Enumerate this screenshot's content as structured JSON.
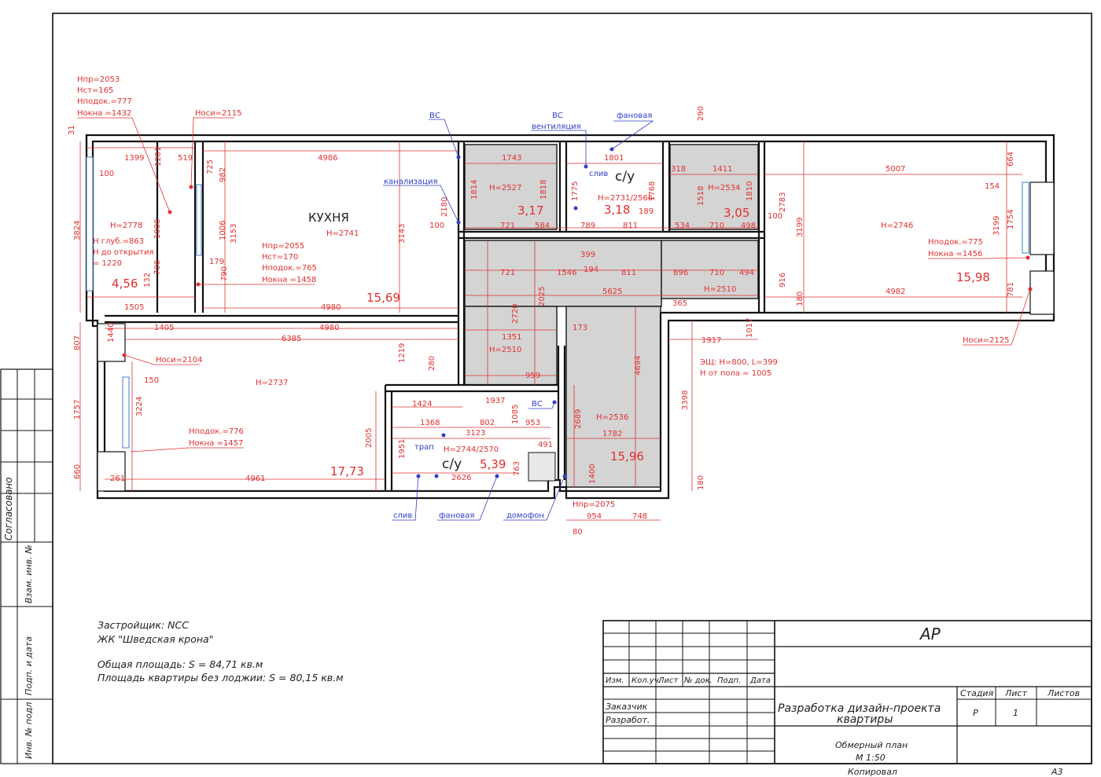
{
  "stamp": {
    "code": "АР",
    "columns": [
      "Изм.",
      "Кол.уч.",
      "Лист",
      "№ док.",
      "Подп.",
      "Дата"
    ],
    "customer_label": "Заказчик",
    "developer_label": "Разработ.",
    "project_line1": "Разработка дизайн-проекта",
    "project_line2": "квартиры",
    "stage_label": "Стадия",
    "sheet_label": "Лист",
    "sheets_label": "Листов",
    "stage_value": "Р",
    "sheet_value": "1",
    "drawing_line1": "Обмерный план",
    "drawing_line2": "М 1:50",
    "copied_label": "Копировал",
    "format": "А3"
  },
  "side_strip": [
    "Согласовано",
    "Взам. инв. №",
    "Подп. и дата",
    "Инв. № подл"
  ],
  "notes": {
    "developer": "Застройщик: NCC",
    "complex": "ЖК \"Шведская крона\"",
    "total_area": "Общая площадь: S = 84,71 кв.м",
    "flat_area": "Площадь квартиры без лоджии: S = 80,15 кв.м"
  },
  "rooms": {
    "kitchen_name": "КУХНЯ",
    "kitchen_h": "Н=2741",
    "kitchen_area": "15,69",
    "balcony_h": "Н=2778",
    "balcony_depth": "Н глуб.=863",
    "balcony_open1": "Н до открытия",
    "balcony_open2": "= 1220",
    "balcony_area": "4,56",
    "room_h": "Н=2737",
    "room_area": "17,73",
    "wc1_name": "с/у",
    "wc1_h": "Н=2744/2570",
    "wc1_area": "5,39",
    "wc2_name": "с/у",
    "wc2_h": "Н=2731/2566",
    "wc2_area": "3,18",
    "bath1_h": "Н=2527",
    "bath1_area": "3,17",
    "bath2_h": "Н=2534",
    "bath2_area": "3,05",
    "hall_h": "Н=2536",
    "hall_area": "15,96",
    "bed_h": "Н=2746",
    "bed_area": "15,98",
    "corr_h1": "Н=2510",
    "corr_h2": "Н=2510"
  },
  "windows": {
    "kitchen_w1": "Нпр=2053",
    "kitchen_w2": "Нст=165",
    "kitchen_w3": "Нподок.=777",
    "kitchen_w4": "Нокна =1432",
    "kitchen_nosi": "Носи=2115",
    "kw_1": "Нпр=2055",
    "kw_2": "Нст=170",
    "kw_3": "Нподок.=765",
    "kw_4": "Нокна =1458",
    "room_nosi": "Носи=2104",
    "room_w1": "Нподок.=776",
    "room_w2": "Нокна =1457",
    "bed_w1": "Нподок.=775",
    "bed_w2": "Нокна =1456",
    "bed_nosi": "Носи=2125",
    "shield1": "ЭЩ: Н=800, L=399",
    "shield2": "Н от пола = 1005",
    "door_h": "Нпр=2075"
  },
  "leaders": {
    "vs1": "ВС",
    "vs2": "ВС",
    "vent": "вентиляция",
    "fan1": "фановая",
    "kanal": "канализация",
    "sliv1": "слив",
    "sliv2": "слив",
    "trap": "трап",
    "fan2": "фановая",
    "domofon": "домофон",
    "vs3": "ВС"
  },
  "dims": {
    "d31": "31",
    "d1399": "1399",
    "d1201": "1201",
    "d519": "519",
    "d725": "725",
    "d982": "982",
    "d4986": "4986",
    "d100a": "100",
    "d3824": "3824",
    "d1000": "1000",
    "d1006": "1006",
    "d3153": "3153",
    "d700": "700",
    "d132": "132",
    "d179": "179",
    "d790": "790",
    "d1505": "1505",
    "d4980a": "4980",
    "d4980b": "4980",
    "d1405": "1405",
    "d6385": "6385",
    "d807": "807",
    "d1440": "1440",
    "d150": "150",
    "d3224": "3224",
    "d1757": "1757",
    "d660": "660",
    "d261": "261",
    "d4961": "4961",
    "d3143": "3143",
    "d2180": "2180",
    "d100b": "100",
    "d1743": "1743",
    "d1814": "1814",
    "d1818": "1818",
    "d1801": "1801",
    "d1775": "1775",
    "d1768": "1768",
    "d290": "290",
    "d318": "318",
    "d1411": "1411",
    "d1518": "1518",
    "d1810": "1810",
    "d5007": "5007",
    "d664": "664",
    "d154": "154",
    "d2783": "2783",
    "d3199a": "3199",
    "d3199b": "3199",
    "d1754": "1754",
    "d100c": "100",
    "d721a": "721",
    "d584": "584",
    "d789": "789",
    "d811a": "811",
    "d189": "189",
    "d534": "534",
    "d710a": "710",
    "d498": "498",
    "d399": "399",
    "d194": "194",
    "d721b": "721",
    "d1546": "1546",
    "d811b": "811",
    "d896": "896",
    "d710b": "710",
    "d494": "494",
    "d5625": "5625",
    "d365": "365",
    "d4982": "4982",
    "d781": "781",
    "d180a": "180",
    "d916": "916",
    "d1917": "1917",
    "d1017": "1017",
    "d1351": "1351",
    "d2720": "2720",
    "d2025": "2025",
    "d173": "173",
    "d959": "959",
    "d1219": "1219",
    "d280": "280",
    "d1424": "1424",
    "d1937": "1937",
    "d1368": "1368",
    "d802": "802",
    "d1085": "1085",
    "d953": "953",
    "d3123": "3123",
    "d2005": "2005",
    "d1951": "1951",
    "d2626": "2626",
    "d763": "763",
    "d491": "491",
    "d2689": "2689",
    "d1782": "1782",
    "d4694": "4694",
    "d3398": "3398",
    "d180b": "180",
    "d954": "954",
    "d748": "748",
    "d80": "80",
    "d1400": "1400"
  }
}
